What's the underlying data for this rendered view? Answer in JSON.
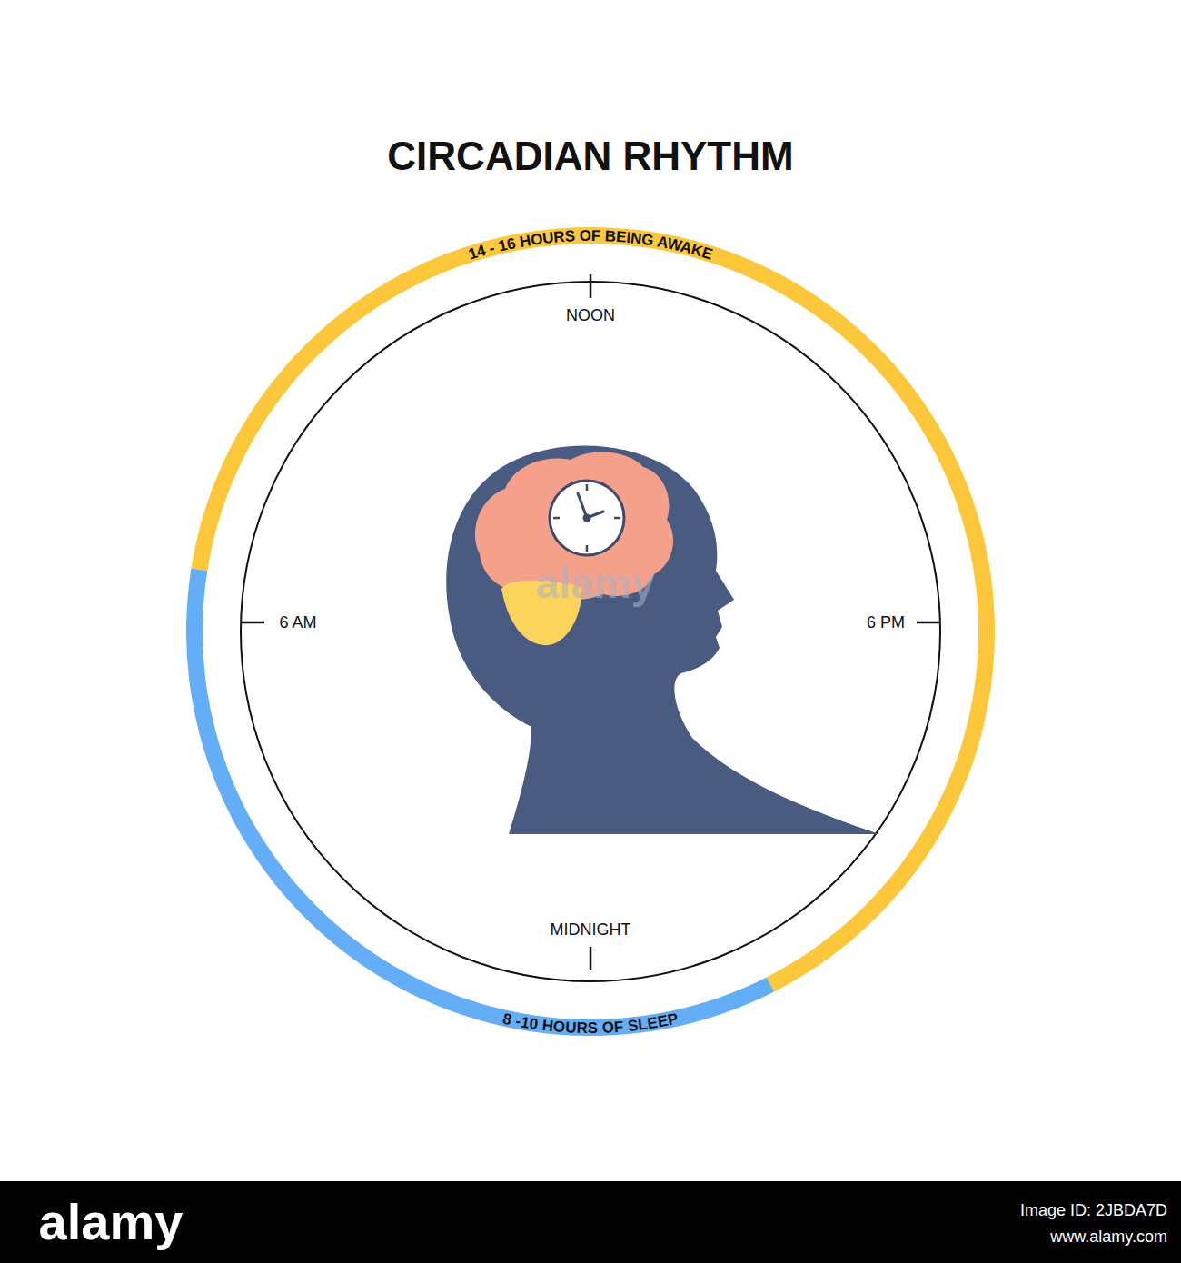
{
  "diagram": {
    "title": "CIRCADIAN RHYTHM",
    "labels": [
      "14 - 16 HOURS OF BEING AWAKE",
      "NOON",
      "6 AM",
      "6 PM",
      "MIDNIGHT",
      "8 -10 HOURS OF SLEEP",
      "alamy",
      "alamy",
      "Image ID: 2JBDA7D",
      "www.alamy.com"
    ]
  }
}
